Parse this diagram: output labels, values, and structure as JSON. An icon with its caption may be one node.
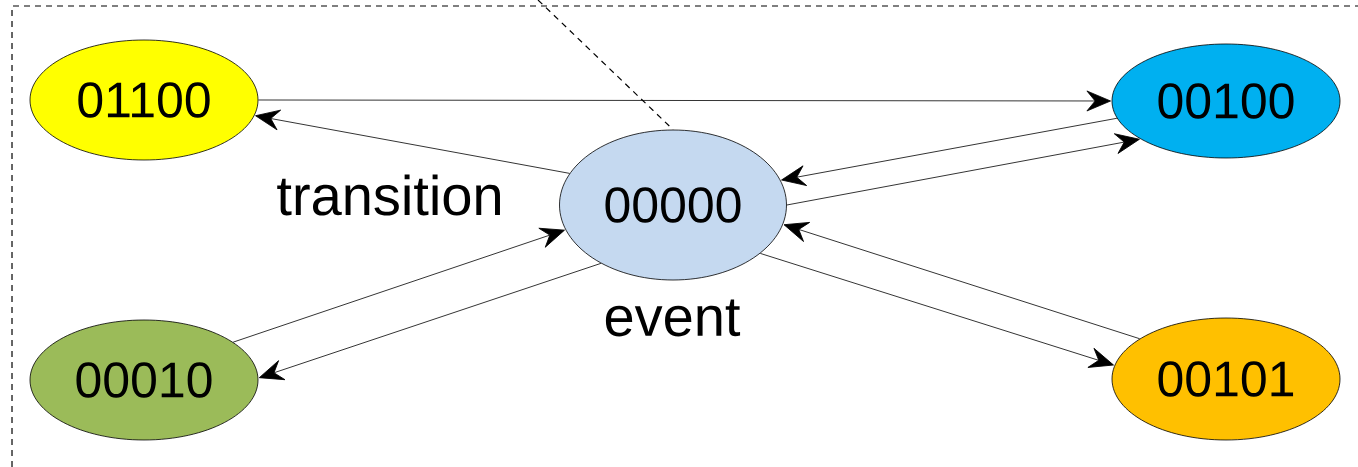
{
  "diagram": {
    "nodes": [
      {
        "text": [
          "01100"
        ]
      },
      {
        "text": [
          "00000"
        ]
      },
      {
        "text": [
          "00100"
        ]
      },
      {
        "text": [
          "00010"
        ]
      },
      {
        "text": [
          "00101"
        ]
      }
    ],
    "edges": [
      {
        "from": 0,
        "to": 2,
        "arrow": "to"
      },
      {
        "from": 1,
        "to": 0,
        "arrow": "to"
      },
      {
        "from": 2,
        "to": 1,
        "arrow": "to"
      },
      {
        "from": 1,
        "to": 2,
        "arrow": "to"
      },
      {
        "from": 3,
        "to": 1,
        "arrow": "to"
      },
      {
        "from": 1,
        "to": 3,
        "arrow": "to"
      },
      {
        "from": 4,
        "to": 1,
        "arrow": "to"
      },
      {
        "from": 1,
        "to": 4,
        "arrow": "to"
      },
      {
        "from": null,
        "to": 1,
        "arrow": "none",
        "style": "dashed"
      }
    ],
    "labels": [
      "transition",
      "event"
    ]
  }
}
